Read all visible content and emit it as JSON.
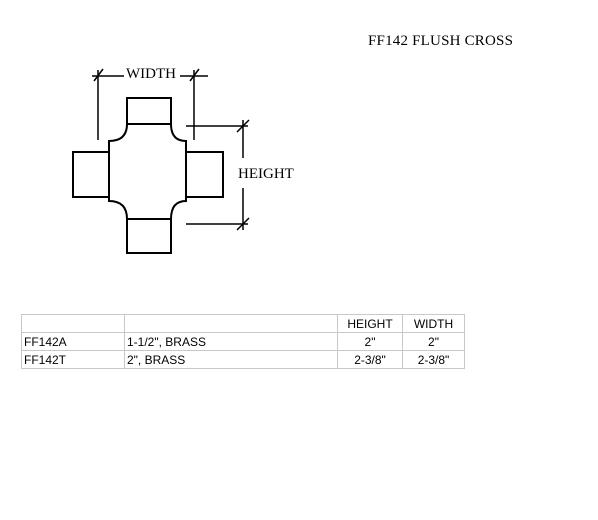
{
  "title": "FF142 FLUSH CROSS",
  "dimension_labels": {
    "width": "WIDTH",
    "height": "HEIGHT"
  },
  "table": {
    "header": [
      "",
      "",
      "HEIGHT",
      "WIDTH"
    ],
    "rows": [
      [
        "FF142A",
        "1-1/2\", BRASS",
        "2\"",
        "2\""
      ],
      [
        "FF142T",
        "2\", BRASS",
        "2-3/8\"",
        "2-3/8\""
      ]
    ]
  }
}
